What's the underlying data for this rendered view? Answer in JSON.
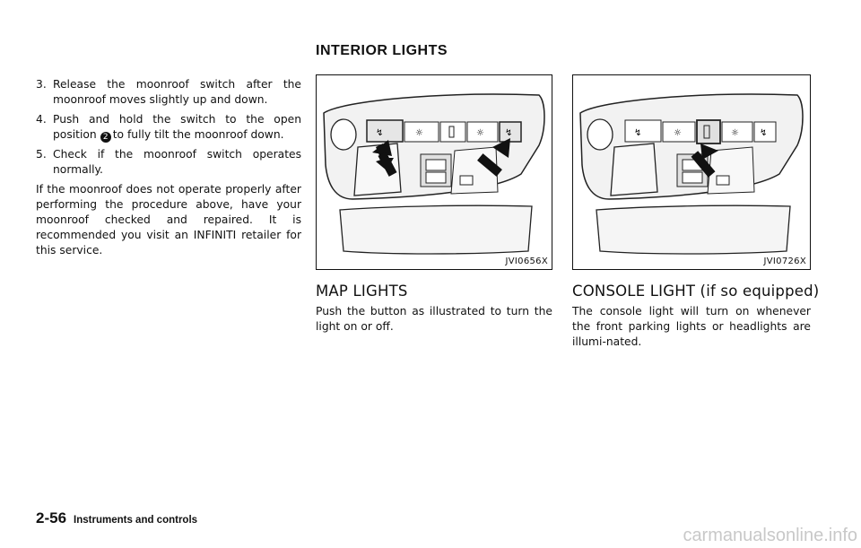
{
  "section_title": "INTERIOR LIGHTS",
  "left_column": {
    "steps": [
      {
        "num": "3.",
        "text": "Release the moonroof switch after the moonroof moves slightly up and down."
      },
      {
        "num": "4.",
        "text_before": "Push and hold the switch to the open position",
        "circled": "2",
        "text_after": "to fully tilt the moonroof down."
      },
      {
        "num": "5.",
        "text": "Check if the moonroof switch operates normally."
      }
    ],
    "paragraph": "If the moonroof does not operate properly after performing the procedure above, have your moonroof checked and repaired. It is recommended you visit an INFINITI retailer for this service."
  },
  "figures": [
    {
      "code": "JVI0656X"
    },
    {
      "code": "JVI0726X"
    }
  ],
  "map_lights": {
    "title": "MAP LIGHTS",
    "text": "Push the button as illustrated to turn the light on or off."
  },
  "console_light": {
    "title": "CONSOLE LIGHT (if so equipped)",
    "text": "The console light will turn on whenever the front parking lights or headlights are illumi-nated."
  },
  "footer": {
    "page_number": "2-56",
    "chapter": "Instruments and controls"
  },
  "watermark": "carmanualsonline.info"
}
